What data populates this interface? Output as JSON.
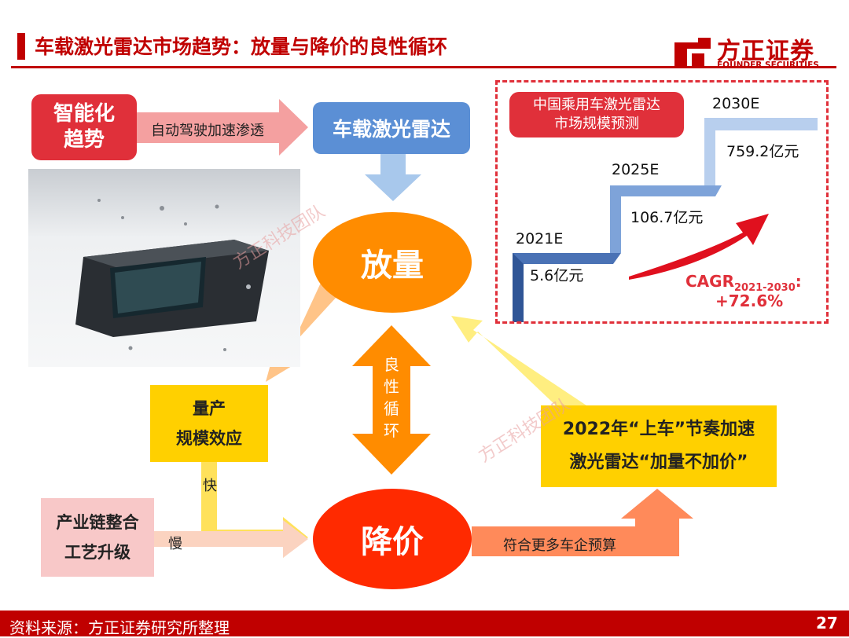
{
  "header": {
    "title": "车载激光雷达市场趋势：放量与降价的良性循环",
    "logo_cn": "方正证券",
    "logo_en": "FOUNDER SECURITIES",
    "accent_color": "#c00000"
  },
  "diagram": {
    "trend_box": "智能化\n趋势",
    "arrow_label_top": "自动驾驶加速渗透",
    "lidar_box": "车载激光雷达",
    "circle_volume": "放量",
    "circle_price": "降价",
    "cycle_label": "良\n性\n循\n环",
    "scale_box": "量产\n规模效应",
    "fast_label": "快",
    "chain_box": "产业链整合\n工艺升级",
    "slow_label": "慢",
    "price_arrow_label": "符合更多车企预算",
    "lidar2022_box": "2022年“上车”节奏加速\n激光雷达“加量不加价”",
    "watermark": "方正科技团队"
  },
  "chart_data": {
    "type": "bar",
    "title": "中国乘用车激光雷达\n市场规模预测",
    "categories": [
      "2021E",
      "2025E",
      "2030E"
    ],
    "values": [
      5.6,
      106.7,
      759.2
    ],
    "value_labels": [
      "5.6亿元",
      "106.7亿元",
      "759.2亿元"
    ],
    "cagr_label": "CAGR",
    "cagr_period": "2021-2030",
    "cagr_suffix": ":",
    "cagr_value": "+72.6%"
  },
  "footer": {
    "source": "资料来源：方正证券研究所整理",
    "page": "27"
  }
}
